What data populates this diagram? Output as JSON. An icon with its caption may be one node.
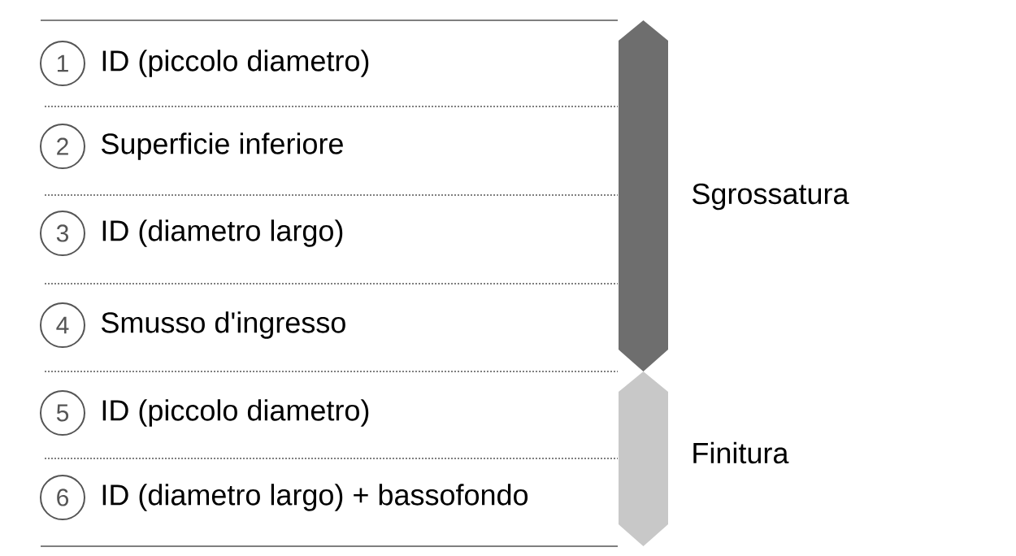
{
  "diagram": {
    "nodes": [
      {
        "text": [
          "1"
        ],
        "beside": [
          "ID (piccolo diametro)"
        ]
      },
      {
        "text": [
          "2"
        ],
        "beside": [
          "Superficie inferiore"
        ]
      },
      {
        "text": [
          "3"
        ],
        "beside": [
          "ID (diametro largo)"
        ]
      },
      {
        "text": [
          "4"
        ],
        "beside": [
          "Smusso d'ingresso"
        ]
      },
      {
        "text": [
          "5"
        ],
        "beside": [
          "ID (piccolo diametro)"
        ]
      },
      {
        "text": [
          "6"
        ],
        "beside": [
          "ID (diametro largo) + bassofondo"
        ]
      },
      {
        "text": [],
        "shape": "hexagon",
        "beside": [
          "Sgrossatura"
        ]
      },
      {
        "text": [],
        "shape": "hexagon",
        "beside": [
          "Finitura"
        ]
      }
    ],
    "edges": []
  }
}
